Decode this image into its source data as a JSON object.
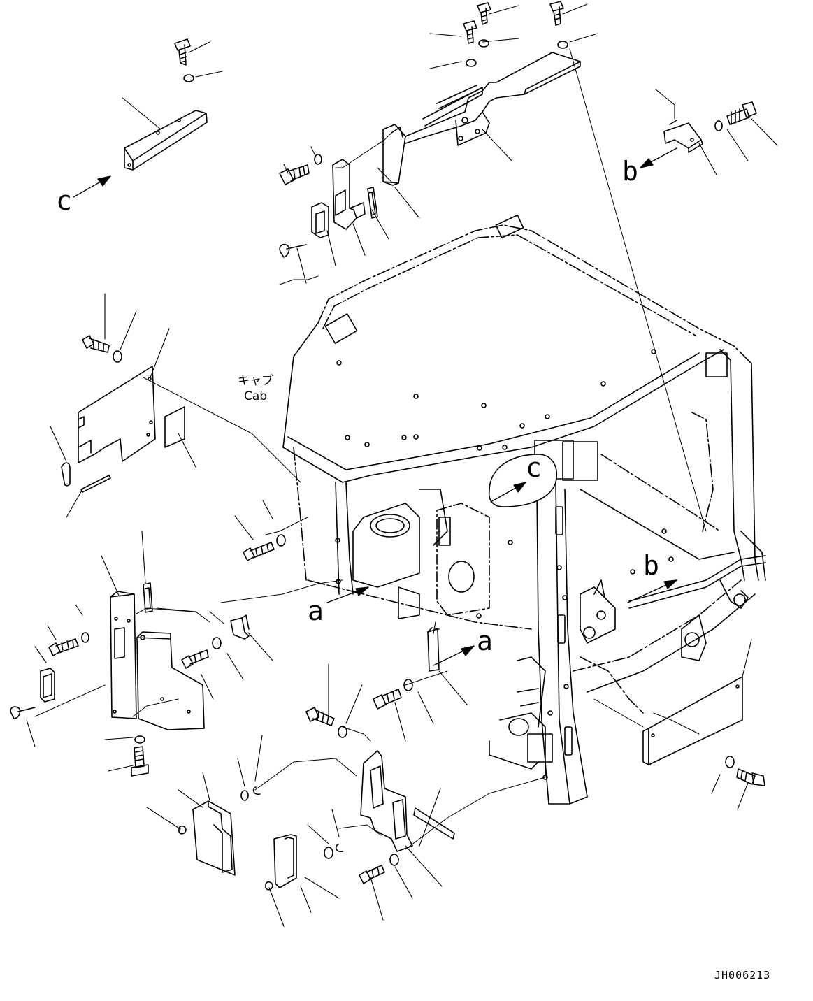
{
  "views": {
    "a": "a",
    "b": "b",
    "c": "c"
  },
  "cab_label": {
    "jp": "キャブ",
    "en": "Cab"
  },
  "drawing_number": "JH006213",
  "colors": {
    "line": "#000000",
    "background": "#ffffff"
  }
}
